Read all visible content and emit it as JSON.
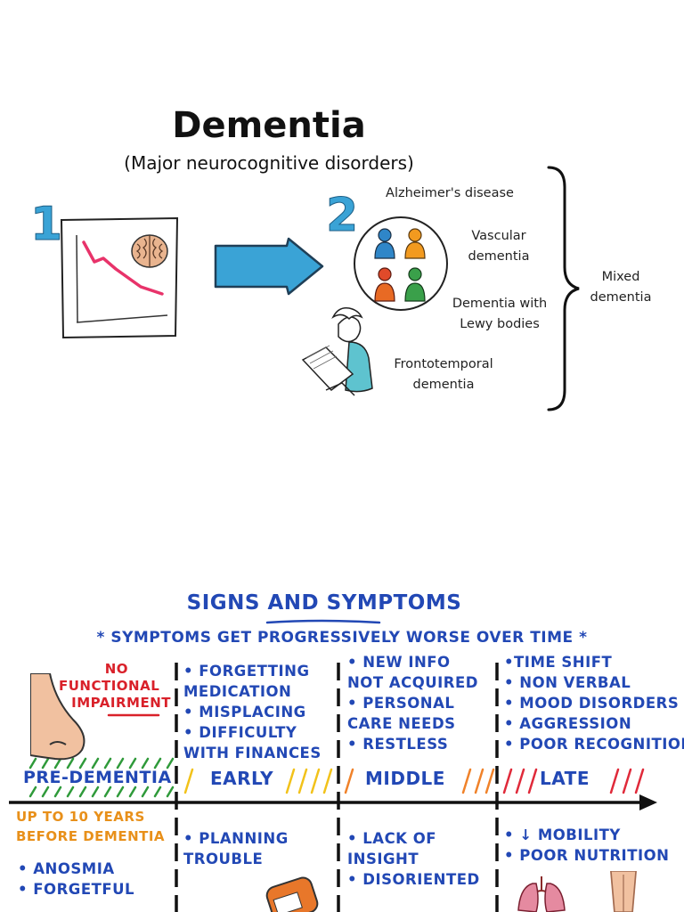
{
  "top": {
    "title": "Dementia",
    "subtitle": "(Major neurocognitive disorders)",
    "marker_1": "1",
    "marker_2": "2",
    "types": [
      "Alzheimer's disease",
      "Vascular dementia",
      "Dementia with Lewy bodies",
      "Frontotemporal dementia"
    ],
    "types_lines": [
      [
        "Alzheimer's disease"
      ],
      [
        "Vascular",
        "dementia"
      ],
      [
        "Dementia with",
        "Lewy bodies"
      ],
      [
        "Frontotemporal",
        "dementia"
      ]
    ],
    "mixed_lines": [
      "Mixed",
      "dementia"
    ],
    "colors": {
      "arrow": "#3aa3d6",
      "decline_line": "#e8336a",
      "person_blue": "#2f86c8",
      "person_orange": "#f29a1f",
      "person_green": "#3aa04a",
      "person_red": "#e04a2a"
    }
  },
  "signs": {
    "title": "Signs and Symptoms",
    "note": "* Symptoms get progressively worse over time *",
    "pre_dementia": {
      "no_impairment_lines": [
        "No",
        "Functional",
        "Impairment"
      ],
      "stage_label": "Pre-Dementia",
      "years_lines": [
        "Up to 10 years",
        "before dementia"
      ],
      "bullets": [
        "• Anosmia",
        "• Forgetful"
      ]
    },
    "early": {
      "stage_label": "Early",
      "lines_above": [
        "• Forgetting",
        "  Medication",
        "• Misplacing",
        "• Difficulty",
        "  with Finances"
      ],
      "lines_below": [
        "• Planning",
        "  Trouble"
      ]
    },
    "middle": {
      "stage_label": "Middle",
      "lines_above": [
        "• New info",
        "  Not Acquired",
        "• Personal",
        "Care needs",
        "• Restless"
      ],
      "lines_below": [
        "• Lack of",
        "  Insight",
        "• Disoriented"
      ]
    },
    "late": {
      "stage_label": "Late",
      "lines_above": [
        "•Time shift",
        "• Non verbal",
        "• Mood disorders",
        "• Aggression",
        "• Poor Recognition"
      ],
      "lines_below": [
        "• ↓ Mobility",
        "• Poor Nutrition"
      ]
    },
    "colors": {
      "ink": "#2248b5",
      "red": "#d9212a",
      "orange": "#e8901a",
      "green_hatch": "#2f9a3a",
      "yellow_hatch": "#f2c21a",
      "orange_hatch": "#f0822a",
      "red_hatch": "#e02a3a"
    }
  }
}
